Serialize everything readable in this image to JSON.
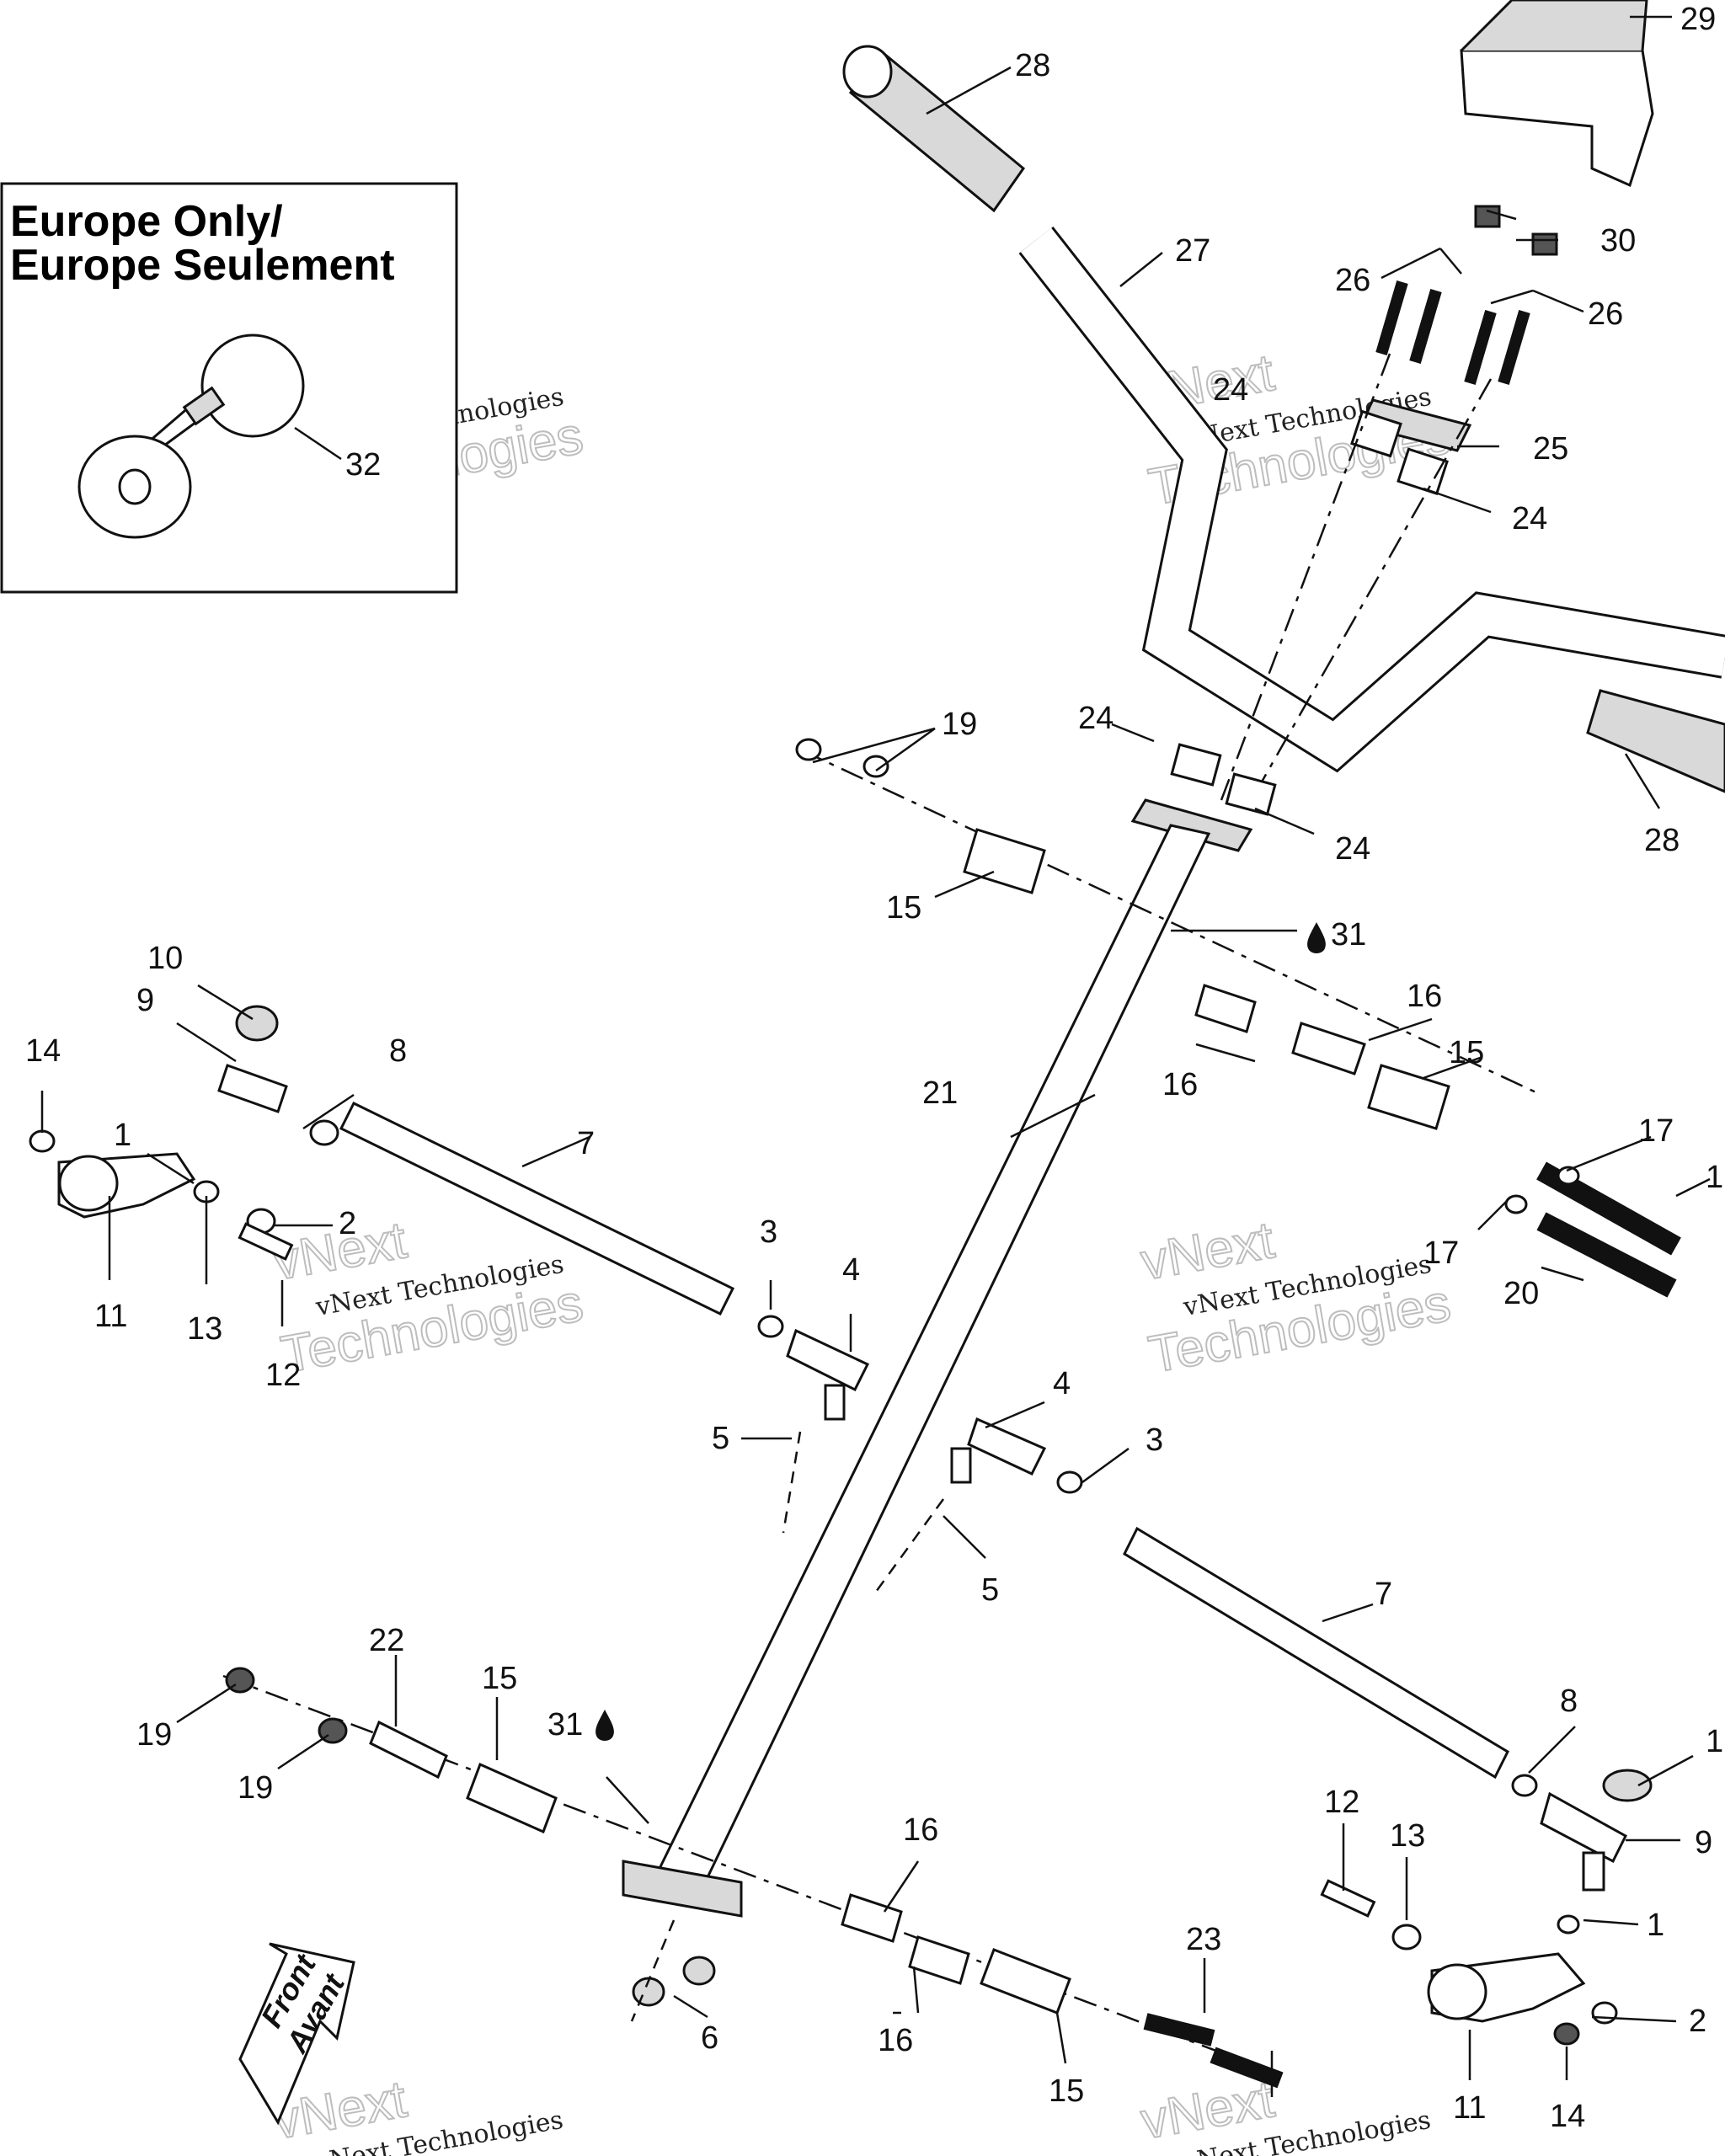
{
  "inset": {
    "title_line1": "Europe Only/",
    "title_line2": "Europe Seulement",
    "part_label": "32"
  },
  "watermark": {
    "line1": "vNext",
    "line2": "vNext Technologies",
    "line3": "Technologies"
  },
  "front_badge": {
    "line1": "Front",
    "line2": "Avant"
  },
  "callouts": [
    {
      "text": "29"
    },
    {
      "text": "28"
    },
    {
      "text": "27"
    },
    {
      "text": "30"
    },
    {
      "text": "26"
    },
    {
      "text": "26"
    },
    {
      "text": "24"
    },
    {
      "text": "25"
    },
    {
      "text": "24"
    },
    {
      "text": "24"
    },
    {
      "text": "24"
    },
    {
      "text": "19"
    },
    {
      "text": "28"
    },
    {
      "text": "15"
    },
    {
      "text": "31"
    },
    {
      "text": "10"
    },
    {
      "text": "9"
    },
    {
      "text": "8"
    },
    {
      "text": "14"
    },
    {
      "text": "1"
    },
    {
      "text": "7"
    },
    {
      "text": "21"
    },
    {
      "text": "16"
    },
    {
      "text": "16"
    },
    {
      "text": "15"
    },
    {
      "text": "17"
    },
    {
      "text": "1"
    },
    {
      "text": "2"
    },
    {
      "text": "11"
    },
    {
      "text": "13"
    },
    {
      "text": "12"
    },
    {
      "text": "3"
    },
    {
      "text": "4"
    },
    {
      "text": "17"
    },
    {
      "text": "20"
    },
    {
      "text": "5"
    },
    {
      "text": "4"
    },
    {
      "text": "3"
    },
    {
      "text": "5"
    },
    {
      "text": "7"
    },
    {
      "text": "22"
    },
    {
      "text": "15"
    },
    {
      "text": "31"
    },
    {
      "text": "19"
    },
    {
      "text": "19"
    },
    {
      "text": "8"
    },
    {
      "text": "1"
    },
    {
      "text": "12"
    },
    {
      "text": "13"
    },
    {
      "text": "9"
    },
    {
      "text": "16"
    },
    {
      "text": "1"
    },
    {
      "text": "23"
    },
    {
      "text": "2"
    },
    {
      "text": "6"
    },
    {
      "text": "16"
    },
    {
      "text": "15"
    },
    {
      "text": "11"
    },
    {
      "text": "14"
    }
  ]
}
